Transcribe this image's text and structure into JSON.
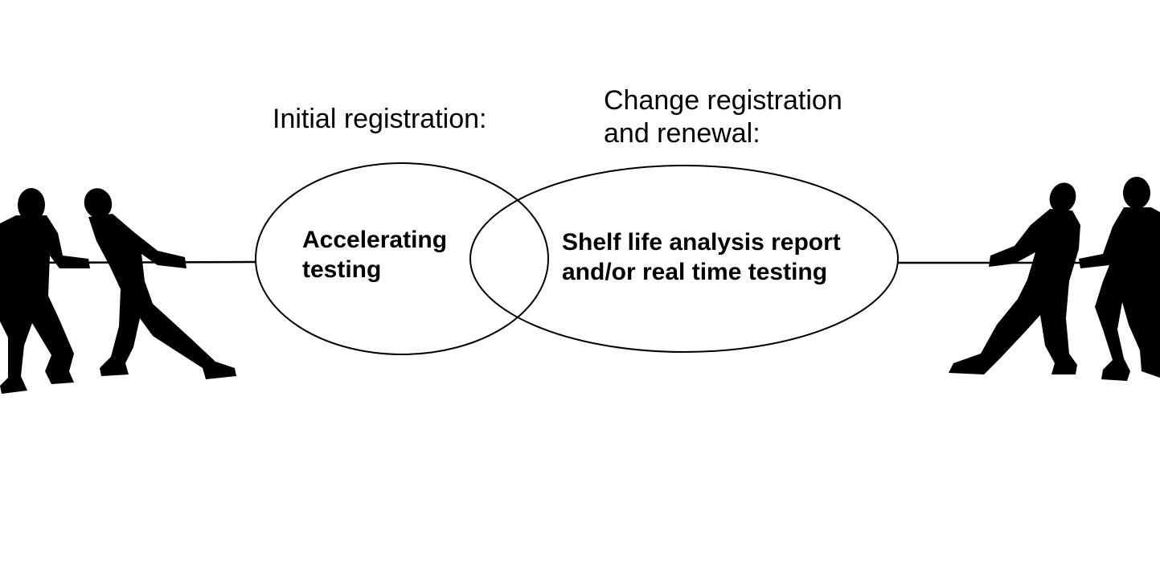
{
  "headings": {
    "initial": "Initial registration:",
    "renewal_line1": "Change registration",
    "renewal_line2": "and renewal:"
  },
  "ovals": {
    "left": {
      "line1": "Accelerating",
      "line2": "testing"
    },
    "right": {
      "line1": "Shelf life analysis report",
      "line2": "and/or real time testing"
    }
  },
  "illustration": {
    "left_team": "tug-of-war-pullers-left",
    "right_team": "tug-of-war-pullers-right",
    "rope": "rope"
  },
  "colors": {
    "silhouette": "#000000",
    "outline": "#000000",
    "background": "#ffffff"
  }
}
